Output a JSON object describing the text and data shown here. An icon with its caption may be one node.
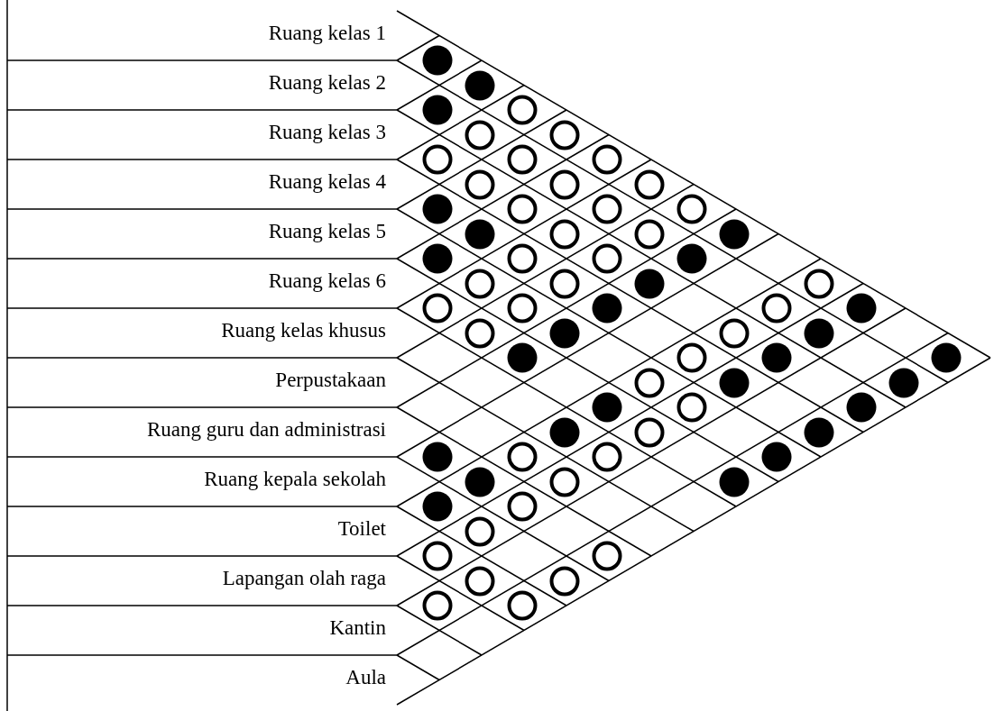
{
  "diagram": {
    "nodes": [
      {
        "text": [
          "Ruang kelas 1"
        ]
      },
      {
        "text": [
          "Ruang kelas 2"
        ]
      },
      {
        "text": [
          "Ruang kelas 3"
        ]
      },
      {
        "text": [
          "Ruang kelas 4"
        ]
      },
      {
        "text": [
          "Ruang kelas 5"
        ]
      },
      {
        "text": [
          "Ruang kelas 6"
        ]
      },
      {
        "text": [
          "Ruang kelas khusus"
        ]
      },
      {
        "text": [
          "Perpustakaan"
        ]
      },
      {
        "text": [
          "Ruang guru dan administrasi"
        ]
      },
      {
        "text": [
          "Ruang kepala sekolah"
        ]
      },
      {
        "text": [
          "Toilet"
        ]
      },
      {
        "text": [
          "Lapangan olah raga"
        ]
      },
      {
        "text": [
          "Kantin"
        ]
      },
      {
        "text": [
          "Aula"
        ]
      },
      {
        "text": [],
        "shape": "dot"
      },
      {
        "text": [],
        "shape": "dot"
      },
      {
        "text": [],
        "shape": "dot"
      },
      {
        "text": [],
        "shape": "circle"
      },
      {
        "text": [],
        "shape": "circle"
      },
      {
        "text": [],
        "shape": "circle"
      },
      {
        "text": [],
        "shape": "circle"
      },
      {
        "text": [],
        "shape": "circle"
      },
      {
        "text": [],
        "shape": "circle"
      },
      {
        "text": [],
        "shape": "circle"
      },
      {
        "text": [],
        "shape": "circle"
      },
      {
        "text": [],
        "shape": "circle"
      },
      {
        "text": [],
        "shape": "dot"
      },
      {
        "text": [],
        "shape": "circle"
      },
      {
        "text": [],
        "shape": "circle"
      },
      {
        "text": [],
        "shape": "circle"
      },
      {
        "text": [],
        "shape": "dot"
      },
      {
        "text": [],
        "shape": "circle"
      },
      {
        "text": [],
        "shape": "circle"
      },
      {
        "text": [],
        "shape": "dot"
      },
      {
        "text": [],
        "shape": "dot"
      },
      {
        "text": [],
        "shape": "circle"
      },
      {
        "text": [],
        "shape": "circle"
      },
      {
        "text": [],
        "shape": "dot"
      },
      {
        "text": [],
        "shape": "circle"
      },
      {
        "text": [],
        "shape": "circle"
      },
      {
        "text": [],
        "shape": "dot"
      },
      {
        "text": [],
        "shape": "circle"
      },
      {
        "text": [],
        "shape": "circle"
      },
      {
        "text": [],
        "shape": "circle"
      },
      {
        "text": [],
        "shape": "dot"
      },
      {
        "text": [],
        "shape": "circle"
      },
      {
        "text": [],
        "shape": "dot"
      },
      {
        "text": [],
        "shape": "circle"
      },
      {
        "text": [],
        "shape": "dot"
      },
      {
        "text": [],
        "shape": "circle"
      },
      {
        "text": [],
        "shape": "dot"
      },
      {
        "text": [],
        "shape": "dot"
      },
      {
        "text": [],
        "shape": "circle"
      },
      {
        "text": [],
        "shape": "dot"
      },
      {
        "text": [],
        "shape": "dot"
      },
      {
        "text": [],
        "shape": "circle"
      },
      {
        "text": [],
        "shape": "dot"
      },
      {
        "text": [],
        "shape": "dot"
      },
      {
        "text": [],
        "shape": "dot"
      },
      {
        "text": [],
        "shape": "circle"
      },
      {
        "text": [],
        "shape": "dot"
      },
      {
        "text": [],
        "shape": "dot"
      },
      {
        "text": [],
        "shape": "circle"
      },
      {
        "text": [],
        "shape": "dot"
      },
      {
        "text": [],
        "shape": "dot"
      },
      {
        "text": [],
        "shape": "circle"
      },
      {
        "text": [],
        "shape": "circle"
      },
      {
        "text": [],
        "shape": "dot"
      },
      {
        "text": [],
        "shape": "dot"
      },
      {
        "text": [],
        "shape": "circle"
      },
      {
        "text": [],
        "shape": "dot"
      },
      {
        "text": [],
        "shape": "dot"
      },
      {
        "text": [],
        "shape": "circle"
      },
      {
        "text": [],
        "shape": "circle"
      },
      {
        "text": [],
        "shape": "circle"
      },
      {
        "text": [],
        "shape": "circle"
      },
      {
        "text": [],
        "shape": "circle"
      },
      {
        "text": [],
        "shape": "circle"
      },
      {
        "text": [],
        "shape": "circle"
      },
      {
        "text": [],
        "shape": "circle"
      }
    ]
  }
}
